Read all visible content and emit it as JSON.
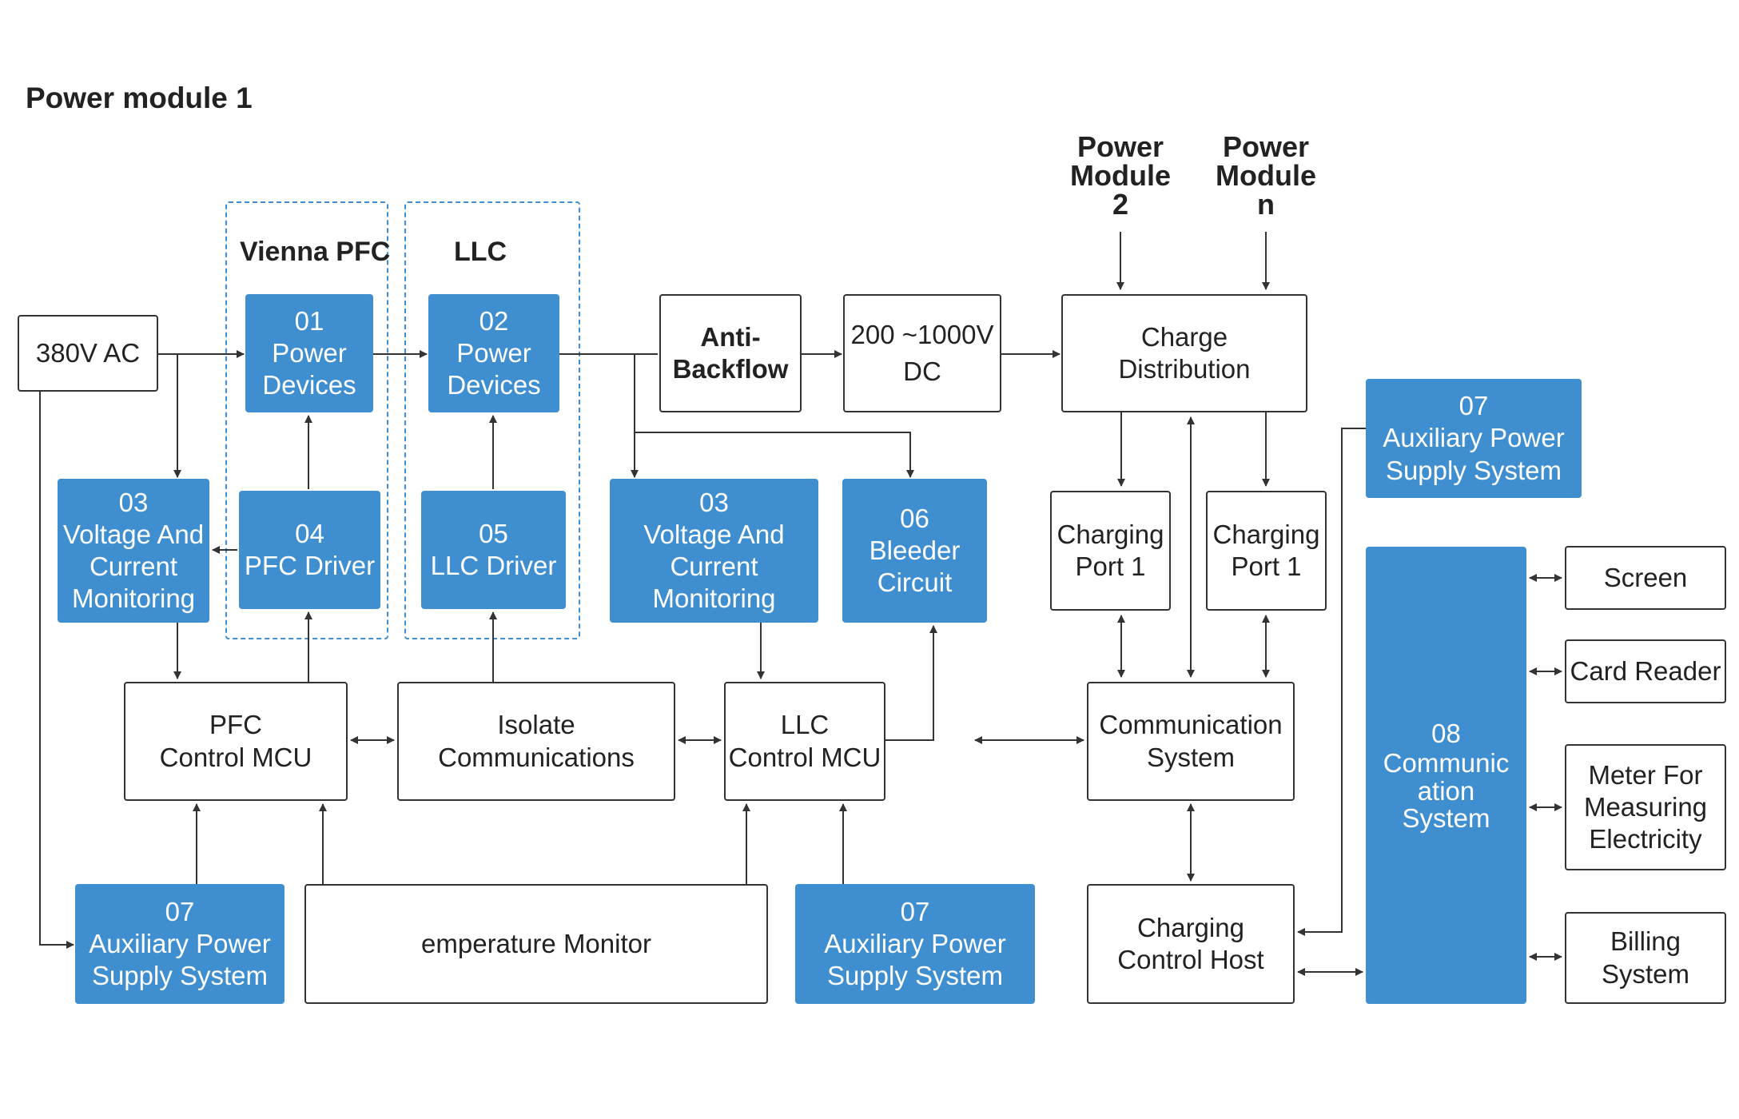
{
  "title": "Power module 1",
  "colors": {
    "accent": "#3e8ed0",
    "line": "#333333",
    "text": "#222222"
  },
  "groups": {
    "pfc": "Vienna PFC",
    "llc": "LLC"
  },
  "inputs": {
    "pm2": "Power\nModule\n2",
    "pmn": "Power\nModule\nn"
  },
  "blocks": {
    "ac": {
      "label": "380V AC"
    },
    "pd01": {
      "num": "01",
      "label": "Power\nDevices"
    },
    "pd02": {
      "num": "02",
      "label": "Power\nDevices"
    },
    "antibackflow": {
      "label": "Anti-\nBackflow"
    },
    "dc": {
      "label": "200 ~1000V\nDC"
    },
    "chargedist": {
      "label": "Charge\nDistribution"
    },
    "vcm_left": {
      "num": "03",
      "label": "Voltage And\nCurrent\nMonitoring"
    },
    "pfc_driver": {
      "num": "04",
      "label": "PFC Driver"
    },
    "llc_driver": {
      "num": "05",
      "label": "LLC Driver"
    },
    "vcm_mid": {
      "num": "03",
      "label": "Voltage And\nCurrent\nMonitoring"
    },
    "bleeder": {
      "num": "06",
      "label": "Bleeder\nCircuit"
    },
    "port_a": {
      "label": "Charging\nPort 1"
    },
    "port_b": {
      "label": "Charging\nPort 1"
    },
    "aux_top": {
      "num": "07",
      "label": "Auxiliary Power\nSupply System"
    },
    "pfc_mcu": {
      "label": "PFC\nControl MCU"
    },
    "isolate": {
      "label": "Isolate\nCommunications"
    },
    "llc_mcu": {
      "label": "LLC\nControl MCU"
    },
    "comm_sys": {
      "label": "Communication\nSystem"
    },
    "comm08": {
      "num": "08",
      "label": "Communic\nation\nSystem"
    },
    "screen": {
      "label": "Screen"
    },
    "card": {
      "label": "Card Reader"
    },
    "meter": {
      "label": "Meter For\nMeasuring\nElectricity"
    },
    "billing": {
      "label": "Billing\nSystem"
    },
    "aux_left": {
      "num": "07",
      "label": "Auxiliary Power\nSupply System"
    },
    "temp": {
      "label": "emperature Monitor"
    },
    "aux_mid": {
      "num": "07",
      "label": "Auxiliary Power\nSupply System"
    },
    "host": {
      "label": "Charging\nControl  Host"
    }
  }
}
